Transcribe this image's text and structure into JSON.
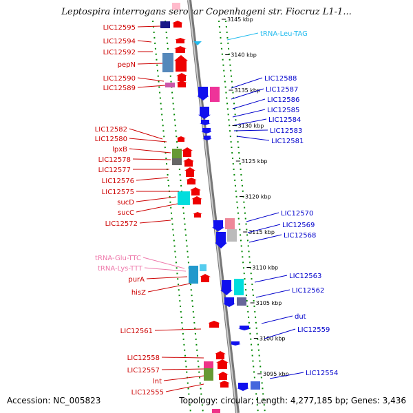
{
  "title": "Leptospira interrogans serovar Copenhageni str. Fiocruz L1-1...",
  "footer": {
    "accession": "Accession: NC_005823",
    "summary": "Topology: circular; Length: 4,277,185 bp; Genes: 3,436"
  },
  "colors": {
    "left_label": "#cc0000",
    "right_label": "#0000cc",
    "trna_pink": "#ee77aa",
    "trna_cyan": "#22bbee",
    "backbone": "#999999",
    "dots": "#008800"
  },
  "kbp_labels": [
    {
      "text": "3145 kbp",
      "pos": 3145
    },
    {
      "text": "3140 kbp",
      "pos": 3140
    },
    {
      "text": "3135 kbp",
      "pos": 3135
    },
    {
      "text": "3130 kbp",
      "pos": 3130
    },
    {
      "text": "3125 kbp",
      "pos": 3125
    },
    {
      "text": "3120 kbp",
      "pos": 3120
    },
    {
      "text": "3115 kbp",
      "pos": 3115
    },
    {
      "text": "3110 kbp",
      "pos": 3110
    },
    {
      "text": "3105 kbp",
      "pos": 3105
    },
    {
      "text": "3100 kbp",
      "pos": 3100
    },
    {
      "text": "3095 kbp",
      "pos": 3095
    }
  ],
  "left_labels": [
    {
      "text": "LIC12595",
      "type": "gene"
    },
    {
      "text": "LIC12594",
      "type": "gene"
    },
    {
      "text": "LIC12592",
      "type": "gene"
    },
    {
      "text": "pepN",
      "type": "gene"
    },
    {
      "text": "LIC12590",
      "type": "gene"
    },
    {
      "text": "LIC12589",
      "type": "gene"
    },
    {
      "text": "LIC12582",
      "type": "gene"
    },
    {
      "text": "LIC12580",
      "type": "gene"
    },
    {
      "text": "lpxB",
      "type": "gene"
    },
    {
      "text": "LIC12578",
      "type": "gene"
    },
    {
      "text": "LIC12577",
      "type": "gene"
    },
    {
      "text": "LIC12576",
      "type": "gene"
    },
    {
      "text": "LIC12575",
      "type": "gene"
    },
    {
      "text": "sucD",
      "type": "gene"
    },
    {
      "text": "sucC",
      "type": "gene"
    },
    {
      "text": "LIC12572",
      "type": "gene"
    },
    {
      "text": "tRNA-Glu-TTC",
      "type": "trna"
    },
    {
      "text": "tRNA-Lys-TTT",
      "type": "trna"
    },
    {
      "text": "purA",
      "type": "gene"
    },
    {
      "text": "hisZ",
      "type": "gene"
    },
    {
      "text": "LIC12561",
      "type": "gene"
    },
    {
      "text": "LIC12558",
      "type": "gene"
    },
    {
      "text": "LIC12557",
      "type": "gene"
    },
    {
      "text": "lnt",
      "type": "gene"
    },
    {
      "text": "LIC12555",
      "type": "gene"
    }
  ],
  "right_labels": [
    {
      "text": "tRNA-Leu-TAG",
      "type": "trna"
    },
    {
      "text": "LIC12588",
      "type": "gene"
    },
    {
      "text": "LIC12587",
      "type": "gene"
    },
    {
      "text": "LIC12586",
      "type": "gene"
    },
    {
      "text": "LIC12585",
      "type": "gene"
    },
    {
      "text": "LIC12584",
      "type": "gene"
    },
    {
      "text": "LIC12583",
      "type": "gene"
    },
    {
      "text": "LIC12581",
      "type": "gene"
    },
    {
      "text": "LIC12570",
      "type": "gene"
    },
    {
      "text": "LIC12569",
      "type": "gene"
    },
    {
      "text": "LIC12568",
      "type": "gene"
    },
    {
      "text": "LIC12563",
      "type": "gene"
    },
    {
      "text": "LIC12562",
      "type": "gene"
    },
    {
      "text": "dut",
      "type": "gene"
    },
    {
      "text": "LIC12559",
      "type": "gene"
    },
    {
      "text": "LIC12554",
      "type": "gene"
    }
  ]
}
